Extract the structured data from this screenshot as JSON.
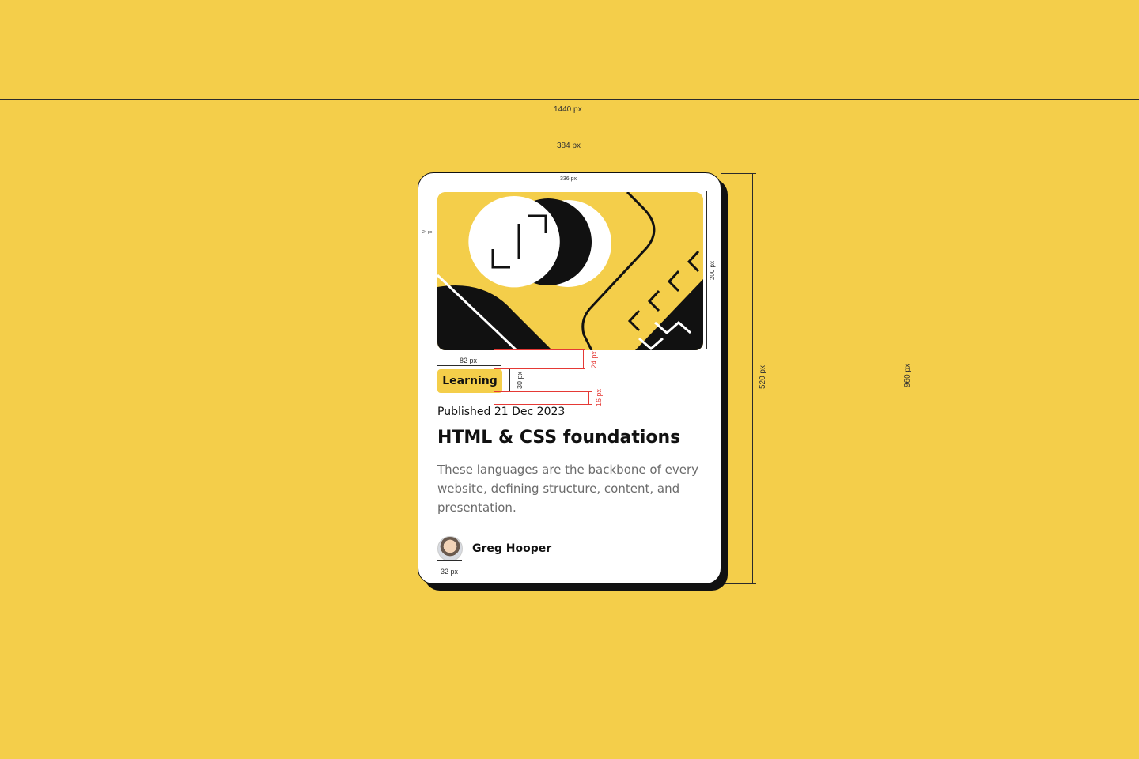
{
  "measurements": {
    "page_width": "1440 px",
    "card_width": "384 px",
    "image_width": "336 px",
    "padding": "24 px",
    "image_height": "200 px",
    "tag_width": "82 px",
    "tag_height": "30 px",
    "gap_top": "24 px",
    "gap_bottom": "16 px",
    "card_height": "520 px",
    "page_height": "960 px",
    "avatar_size": "32 px"
  },
  "card": {
    "tag": "Learning",
    "published": "Published 21 Dec 2023",
    "title": "HTML & CSS foundations",
    "description": "These languages are the backbone of every website, defining structure, content, and presentation.",
    "author": "Greg Hooper"
  },
  "colors": {
    "background": "#F4CE4A",
    "card": "#FFFFFF",
    "shadow": "#111111",
    "text_muted": "#6B6B6B"
  }
}
